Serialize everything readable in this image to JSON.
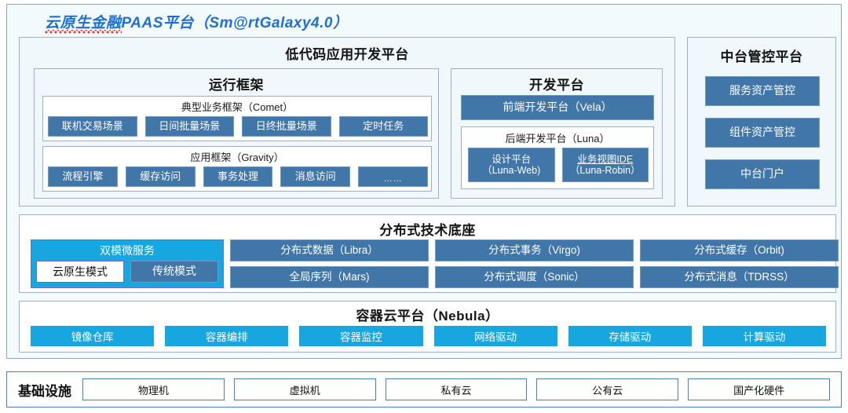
{
  "title": "云原生金融PAAS平台（Sm@rtGalaxy4.0）",
  "title_underlined_part": "云原生金融",
  "title_rest": "PAAS平台（Sm@rtGalaxy4.0）",
  "colors": {
    "title_blue": "#1f6fd0",
    "squiggle_red": "#e03030",
    "steel_blue": "#4176a8",
    "cyan": "#16a7e0",
    "panel_bg": "#f0f8fc",
    "panel_border": "#9bb0c4",
    "infra_border": "#4a7ebb"
  },
  "lowcode": {
    "title": "低代码应用开发平台",
    "runtime": {
      "title": "运行框架",
      "comet": {
        "title": "典型业务框架（Comet）",
        "items": [
          "联机交易场景",
          "日间批量场景",
          "日终批量场景",
          "定时任务"
        ]
      },
      "gravity": {
        "title": "应用框架（Gravity）",
        "items": [
          "流程引擎",
          "缓存访问",
          "事务处理",
          "消息访问",
          "……"
        ]
      }
    },
    "devplatform": {
      "title": "开发平台",
      "frontend": "前端开发平台（Vela）",
      "backend": {
        "title": "后端开发平台（Luna）",
        "items": [
          {
            "line1": "设计平台",
            "line2": "（Luna-Web)",
            "underline1": false
          },
          {
            "line1": "业务视图IDE",
            "line2": "（Luna-Robin）",
            "underline1": true
          }
        ]
      }
    }
  },
  "midoffice": {
    "title": "中台管控平台",
    "items": [
      "服务资产管控",
      "组件资产管控",
      "中台门户"
    ]
  },
  "distbase": {
    "title": "分布式技术底座",
    "dualmode": {
      "title": "双模微服务",
      "cloudnative": "云原生模式",
      "traditional": "传统模式"
    },
    "columns": [
      [
        "分布式数据（Libra）",
        "全局序列（Mars)"
      ],
      [
        "分布式事务（Virgo)",
        "分布式调度（Sonic）"
      ],
      [
        "分布式缓存（Orbit)",
        "分布式消息（TDRSS）"
      ]
    ]
  },
  "container_cloud": {
    "title": "容器云平台（Nebula）",
    "items": [
      "镜像仓库",
      "容器编排",
      "容器监控",
      "网络驱动",
      "存储驱动",
      "计算驱动"
    ]
  },
  "infrastructure": {
    "label": "基础设施",
    "items": [
      "物理机",
      "虚拟机",
      "私有云",
      "公有云",
      "国产化硬件"
    ]
  }
}
